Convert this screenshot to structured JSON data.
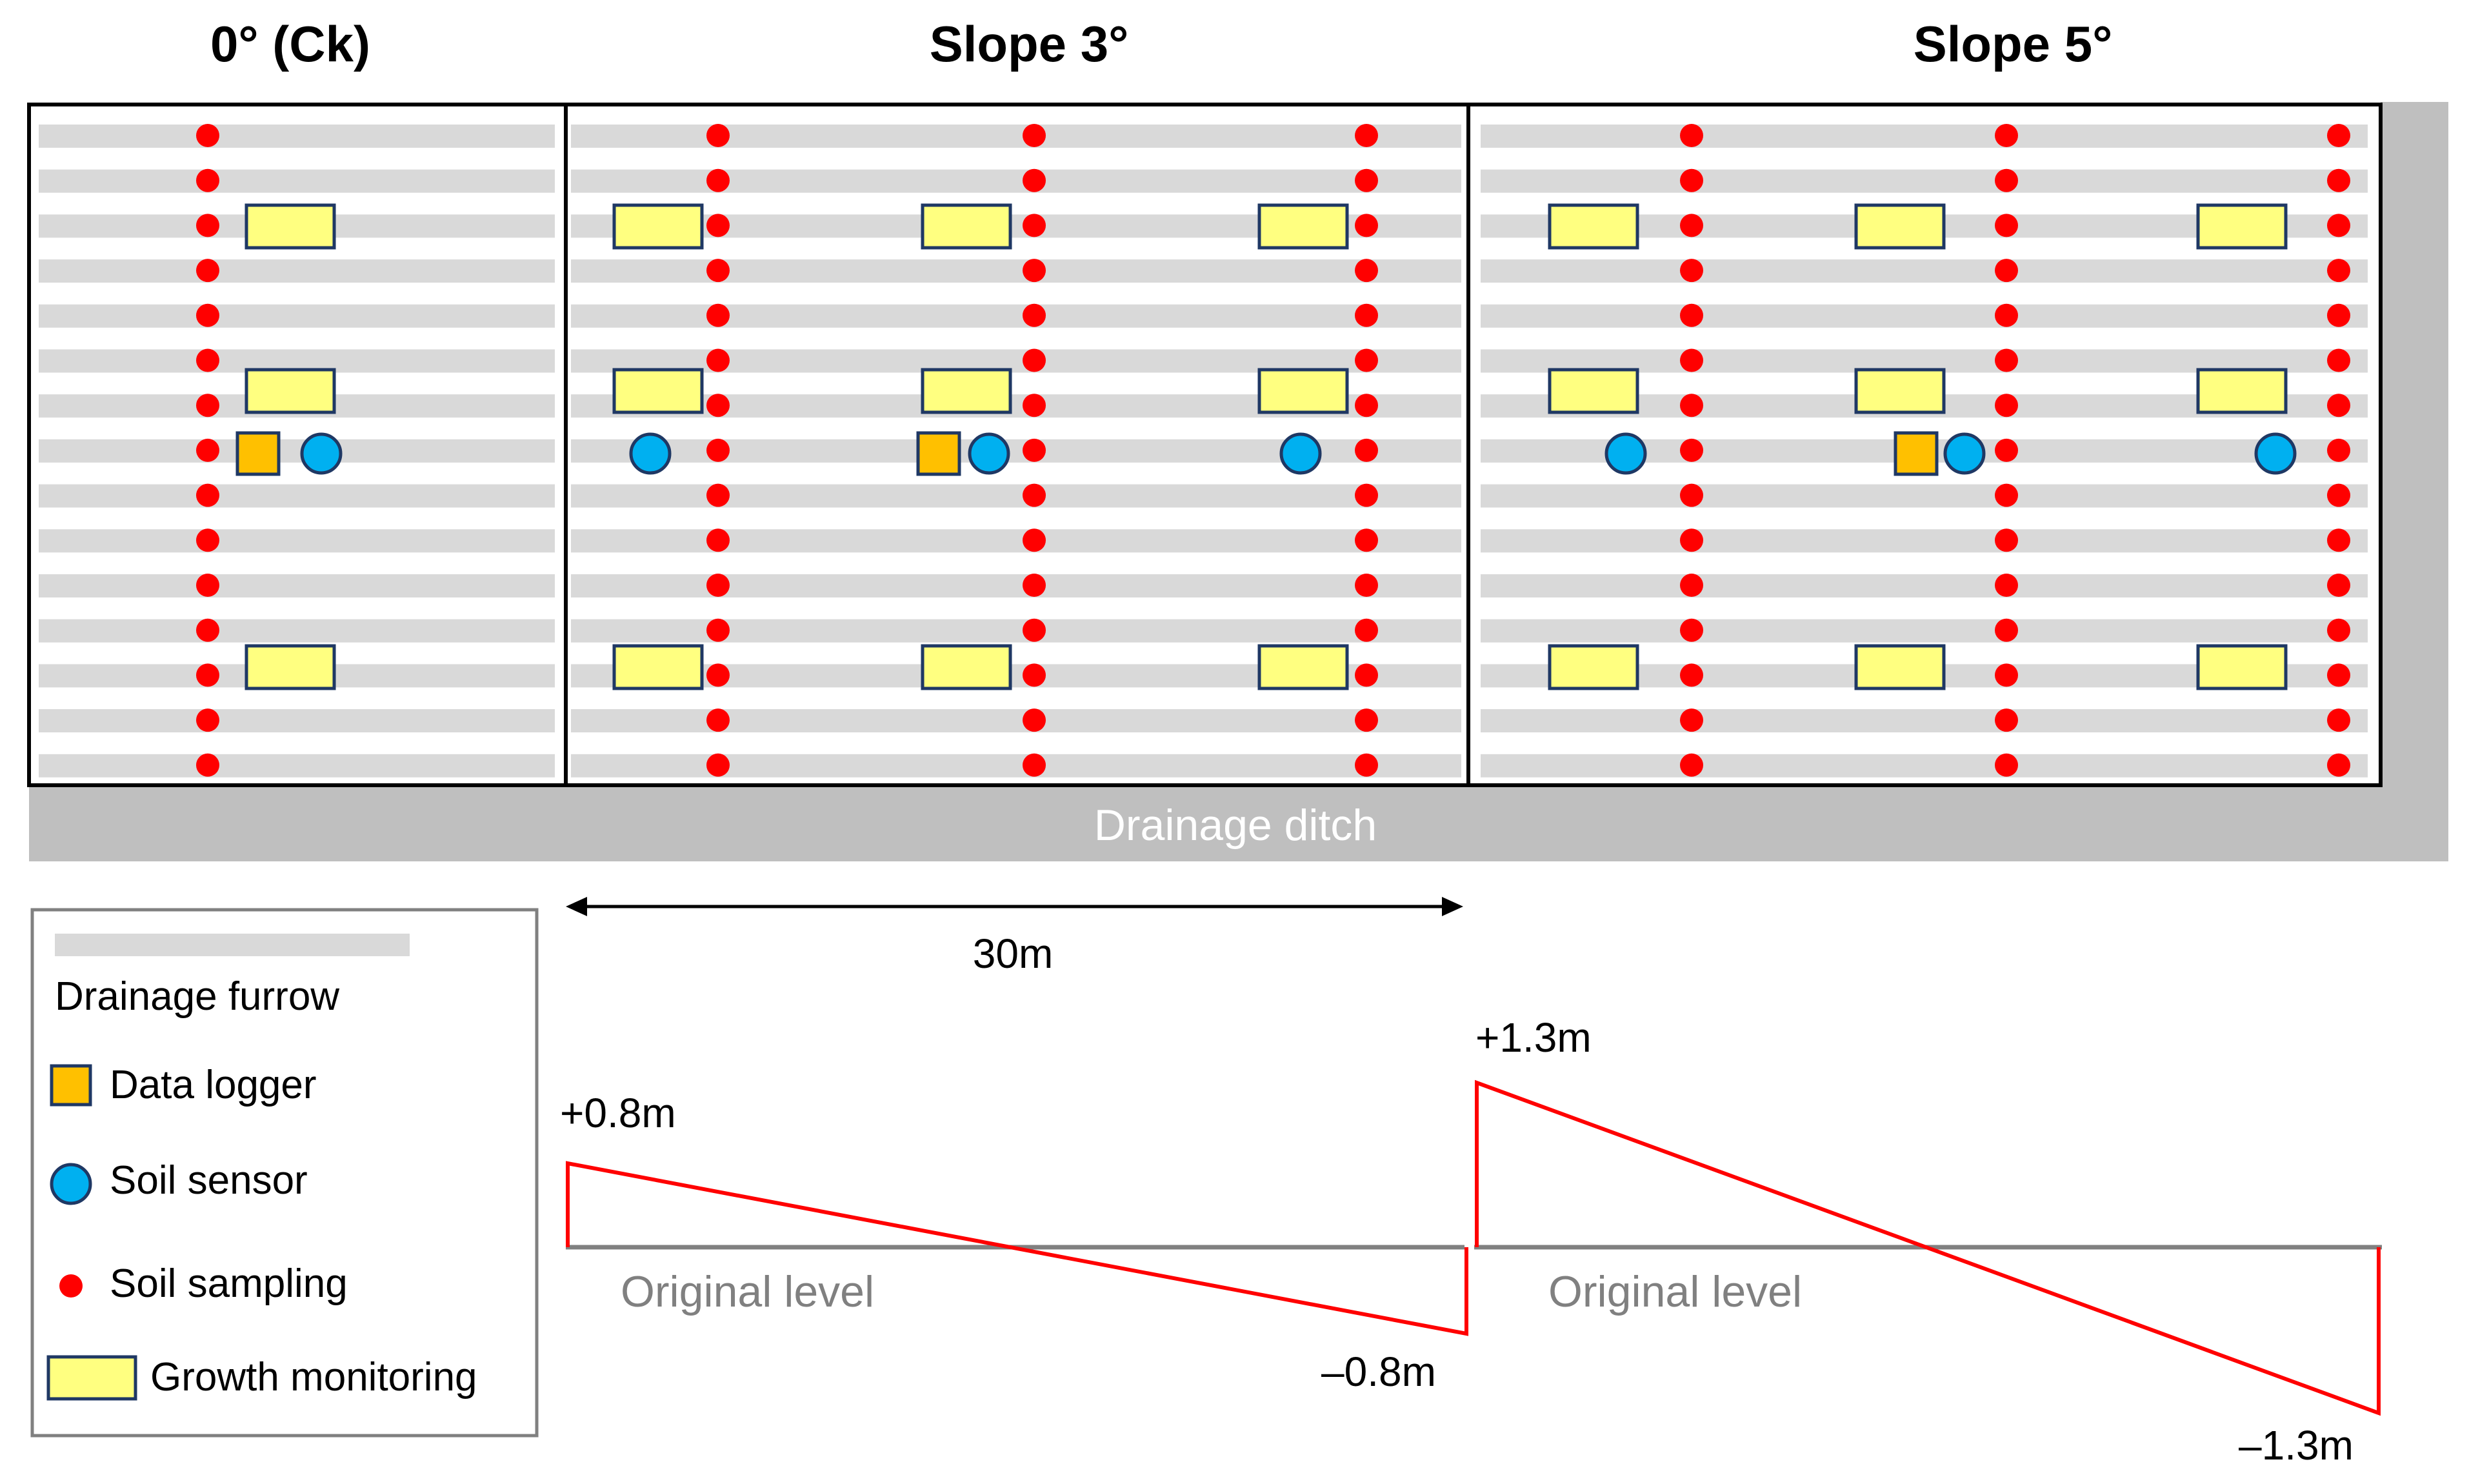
{
  "titles": [
    "0° (Ck)",
    "Slope 3°",
    "Slope 5°"
  ],
  "ditch_label": "Drainage ditch",
  "distance_label": "30m",
  "legend": {
    "furrow": "Drainage furrow",
    "logger": "Data logger",
    "sensor": "Soil sensor",
    "sampling": "Soil sampling",
    "growth": "Growth monitoring"
  },
  "profile": {
    "slope3_high": "+0.8m",
    "slope3_low": "–0.8m",
    "slope5_high": "+1.3m",
    "slope5_low": "–1.3m",
    "original_level": "Original level"
  },
  "colors": {
    "furrow": "#d9d9d9",
    "ditch": "#bfbfbf",
    "sampling": "#ff0000",
    "sensor": "#00b0f0",
    "logger": "#ffc000",
    "growth": "#ffff80",
    "outline": "#1f3864",
    "profile_line": "#ff0000",
    "level_line": "#808080"
  }
}
